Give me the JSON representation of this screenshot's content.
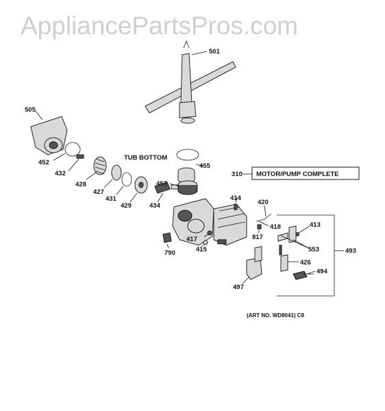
{
  "watermark": "AppliancePartsPros.com",
  "captions": {
    "tub_bottom": "TUB BOTTOM",
    "motor_pump_complete": "MOTOR/PUMP COMPLETE",
    "art_no": "(ART NO. WD8041) C8"
  },
  "callouts": {
    "p501": "501",
    "p505": "505",
    "p452": "452",
    "p432": "432",
    "p428": "428",
    "p427": "427",
    "p431": "431",
    "p429": "429",
    "p434": "434",
    "p455": "455",
    "p457": "457",
    "p310": "310",
    "p414": "414",
    "p420": "420",
    "p418": "418",
    "p817": "817",
    "p417": "417",
    "p415": "415",
    "p790": "790",
    "p413": "413",
    "p553": "553",
    "p493": "493",
    "p426": "426",
    "p494": "494",
    "p497": "497"
  }
}
